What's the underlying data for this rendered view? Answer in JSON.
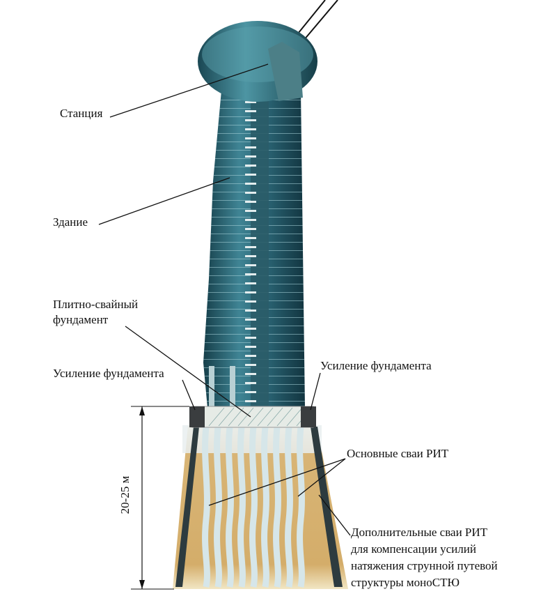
{
  "labels": {
    "station": "Станция",
    "building": "Здание",
    "raft_line1": "Плитно-свайный",
    "raft_line2": "фундамент",
    "reinforcement_left": "Усиление фундамента",
    "reinforcement_right": "Усиление фундамента",
    "main_piles": "Основные сваи РИТ",
    "extra_piles": [
      "Дополнительные сваи РИТ",
      "для компенсации усилий",
      "натяжения струнной путевой",
      "структуры моноСТЮ"
    ],
    "depth": "20-25 м"
  },
  "colors": {
    "glass_dark": "#1f4f5c",
    "glass_mid": "#2e6e7e",
    "glass_light": "#5fa0ad",
    "soil": "#d9b77a",
    "soil_light": "#efe0b8",
    "slab": "#e8ece6",
    "reinforcement": "#3a3d3f",
    "pile": "#cfe1e4"
  }
}
